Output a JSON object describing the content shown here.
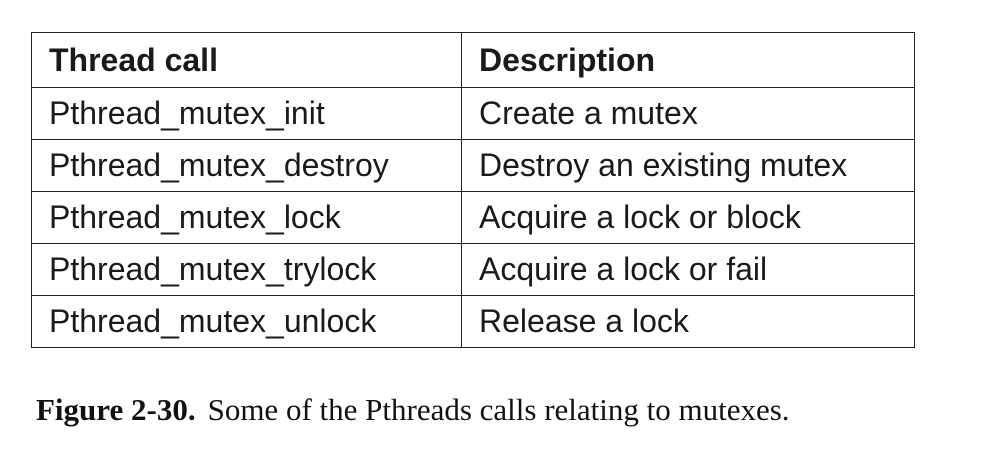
{
  "table": {
    "headers": [
      "Thread call",
      "Description"
    ],
    "rows": [
      [
        "Pthread_mutex_init",
        "Create a mutex"
      ],
      [
        "Pthread_mutex_destroy",
        "Destroy an existing mutex"
      ],
      [
        "Pthread_mutex_lock",
        "Acquire a lock or block"
      ],
      [
        "Pthread_mutex_trylock",
        "Acquire a lock or fail"
      ],
      [
        "Pthread_mutex_unlock",
        "Release a lock"
      ]
    ]
  },
  "caption": {
    "label": "Figure 2-30.",
    "text": "Some of the Pthreads calls relating to mutexes."
  }
}
